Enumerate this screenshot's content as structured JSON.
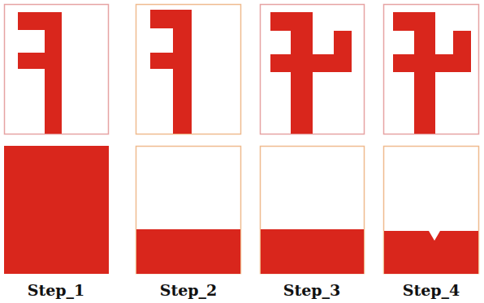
{
  "diagram": {
    "labels": [
      "Step_1",
      "Step_2",
      "Step_3",
      "Step_4"
    ]
  }
}
